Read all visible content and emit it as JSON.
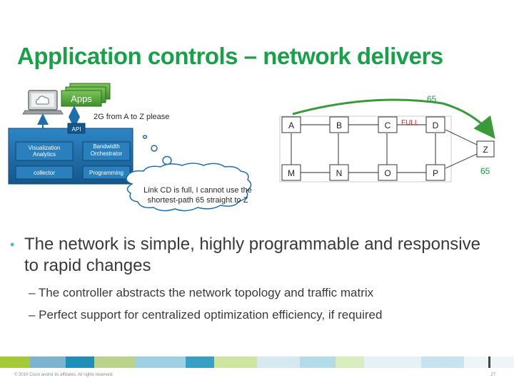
{
  "slide": {
    "title": "Application controls – network delivers",
    "bullet": "The network is simple, highly programmable and responsive to rapid changes",
    "sub_bullets": [
      "– The controller abstracts the network topology and traffic matrix",
      "– Perfect support for centralized optimization efficiency, if required"
    ],
    "footer_left": "© 2010 Cisco and/or its affiliates. All rights reserved.",
    "footer_right": "27"
  },
  "controller": {
    "apps_label": "Apps",
    "request_label": "2G from A to Z please",
    "api_label": "API",
    "modules": [
      "Visualization Analytics",
      "Bandwidth Orchestrator",
      "collector",
      "Programming"
    ]
  },
  "network": {
    "nodes_top": [
      "A",
      "B",
      "C",
      "D"
    ],
    "nodes_bottom": [
      "M",
      "N",
      "O",
      "P"
    ],
    "node_z": "Z",
    "full_label": "FULL",
    "metric_top": "65",
    "metric_right": "65"
  },
  "cloud": {
    "text": "Link CD is full, I cannot use the shortest-path 65 straight to Z"
  },
  "colors": {
    "title": "#1aa04a",
    "apps_green": "#4ea83a",
    "controller_blue": "#1f6fa6",
    "module_bg": "#2a7fbd",
    "full_red": "#d02020",
    "arrow_green": "#3a9a3a",
    "metric_green": "#1a9a3a"
  }
}
